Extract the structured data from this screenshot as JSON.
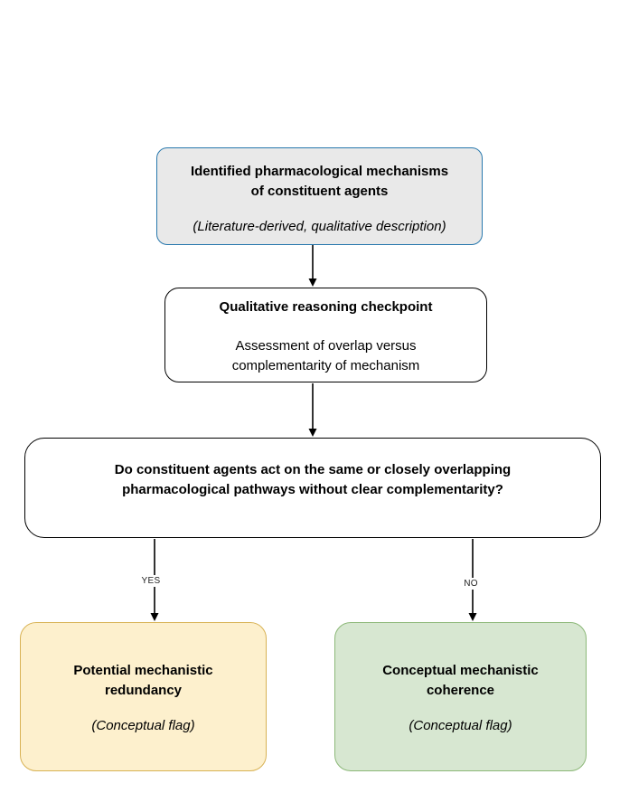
{
  "page": {
    "background": "#ffffff",
    "arrow_color": "#000000"
  },
  "flowchart": {
    "nodes": [
      {
        "id": "identified-mechanisms",
        "title": "Identified pharmacological mechanisms\nof constituent agents",
        "subtitle": "(Literature-derived, qualitative description)",
        "fill": "#e9e9e9",
        "border": "#2878ad"
      },
      {
        "id": "reasoning-checkpoint",
        "title": "Qualitative reasoning checkpoint",
        "body": "Assessment of overlap versus\ncomplementarity of mechanism",
        "fill": "#ffffff",
        "border": "#000000"
      },
      {
        "id": "decision-overlap",
        "title": "Do constituent agents act on the same or closely overlapping\npharmacological pathways without clear complementarity?",
        "fill": "#ffffff",
        "border": "#000000"
      },
      {
        "id": "mechanistic-redundancy",
        "title": "Potential mechanistic\nredundancy",
        "subtitle": "(Conceptual flag)",
        "fill": "#fdf0cd",
        "border": "#d8b254"
      },
      {
        "id": "mechanistic-coherence",
        "title": "Conceptual mechanistic\ncoherence",
        "subtitle": "(Conceptual flag)",
        "fill": "#d7e7d1",
        "border": "#8cb878"
      }
    ],
    "edges": [
      {
        "from": "identified-mechanisms",
        "to": "reasoning-checkpoint",
        "label": ""
      },
      {
        "from": "reasoning-checkpoint",
        "to": "decision-overlap",
        "label": ""
      },
      {
        "from": "decision-overlap",
        "to": "mechanistic-redundancy",
        "label": "YES"
      },
      {
        "from": "decision-overlap",
        "to": "mechanistic-coherence",
        "label": "NO"
      }
    ]
  }
}
